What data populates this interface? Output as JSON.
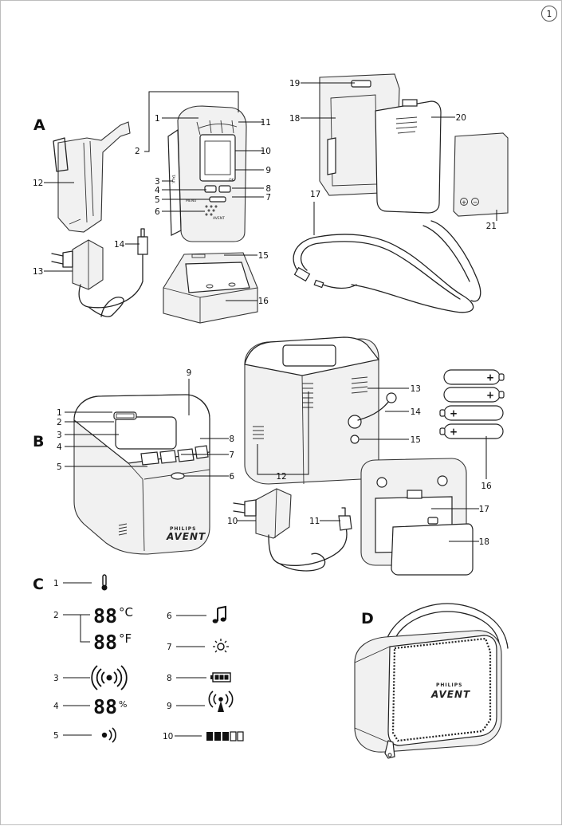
{
  "page": {
    "page_number": "1"
  },
  "sections": {
    "a": "A",
    "b": "B",
    "c": "C",
    "d": "D"
  },
  "labels_a": [
    "1",
    "2",
    "3",
    "4",
    "5",
    "6",
    "7",
    "8",
    "9",
    "10",
    "11",
    "12",
    "13",
    "14",
    "15",
    "16"
  ],
  "labels_a_right": [
    "17",
    "18",
    "19",
    "20",
    "21"
  ],
  "labels_b": [
    "1",
    "2",
    "3",
    "4",
    "5",
    "6",
    "7",
    "8",
    "9",
    "10",
    "11",
    "12",
    "13",
    "14",
    "15",
    "16",
    "17",
    "18"
  ],
  "labels_c": [
    "1",
    "2",
    "3",
    "4",
    "5",
    "6",
    "7",
    "8",
    "9",
    "10"
  ],
  "display": {
    "temp_c_digits": "88",
    "temp_c_unit": "°C",
    "temp_f_digits": "88",
    "temp_f_unit": "°F",
    "humidity_digits": "88",
    "humidity_unit": "%"
  },
  "battery_plus": "+",
  "battery_minus": "−",
  "brand": {
    "small": "PHILIPS",
    "logo": "AVENT"
  },
  "device_marks": {
    "talk": "TALK",
    "menu": "MENU",
    "ok": "OK"
  },
  "colors": {
    "ink": "#111111",
    "page_border": "#bdbdbd"
  }
}
